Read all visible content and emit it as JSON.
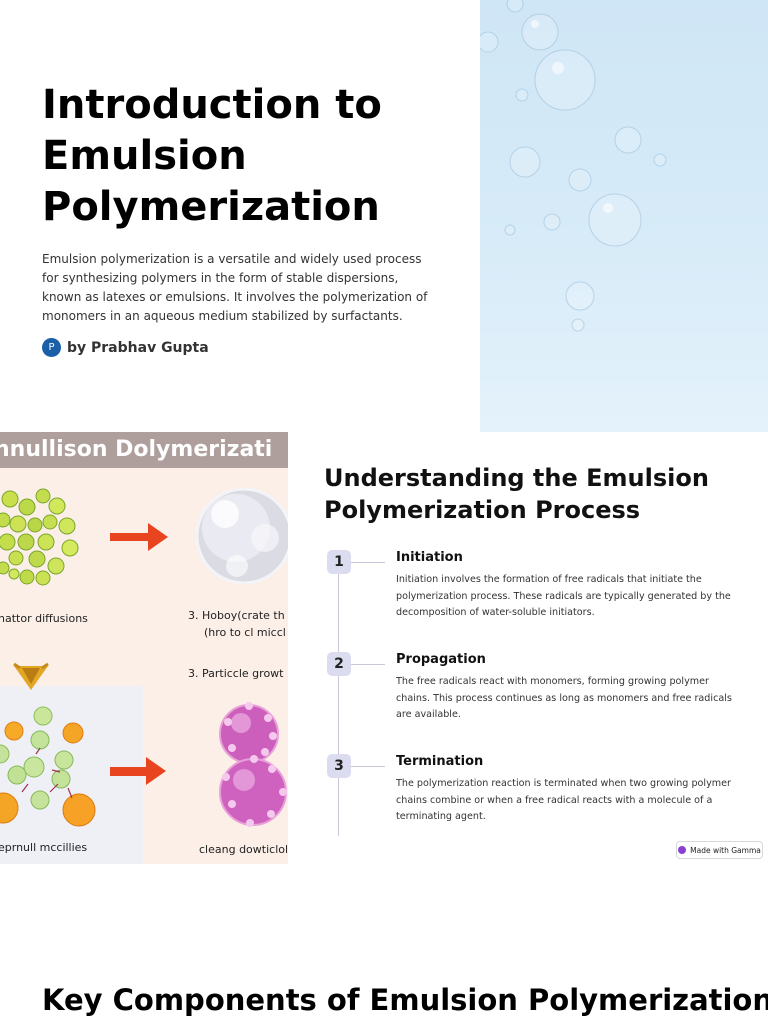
{
  "slide1": {
    "title": "Introduction to Emulsion Polymerization",
    "description": "Emulsion polymerization is a versatile and widely used process for synthesizing polymers in the form of stable dispersions, known as latexes or emulsions. It involves the polymerization of monomers in an aqueous medium stabilized by surfactants.",
    "author_initial": "P",
    "author": "by Prabhav Gupta",
    "avatar_color": "#1b5fa8",
    "image": "bubbles-illustration"
  },
  "slide2": {
    "diagram": {
      "header": "nnullison Dolymerizati",
      "labels": {
        "top_left": "nattor diffusions",
        "top_right_1": "3.  Hoboy(crate th",
        "top_right_2": "(hro to cl miccl",
        "middle": "3.  Particcle growt",
        "bottom_left": "eprnull mccillies",
        "bottom_right": "cleang dowticlolo"
      }
    },
    "title": "Understanding the Emulsion Polymerization Process",
    "steps": [
      {
        "number": "1",
        "title": "Initiation",
        "body": "Initiation involves the formation of free radicals that initiate the polymerization process. These radicals are typically generated by the decomposition of water-soluble initiators."
      },
      {
        "number": "2",
        "title": "Propagation",
        "body": "The free radicals react with monomers, forming growing polymer chains. This process continues as long as monomers and free radicals are available."
      },
      {
        "number": "3",
        "title": "Termination",
        "body": "The polymerization reaction is terminated when two growing polymer chains combine or when a free radical reacts with a molecule of a terminating agent."
      }
    ],
    "badge": "Made with Gamma"
  },
  "slide3": {
    "title": "Key Components of Emulsion Polymerization"
  }
}
